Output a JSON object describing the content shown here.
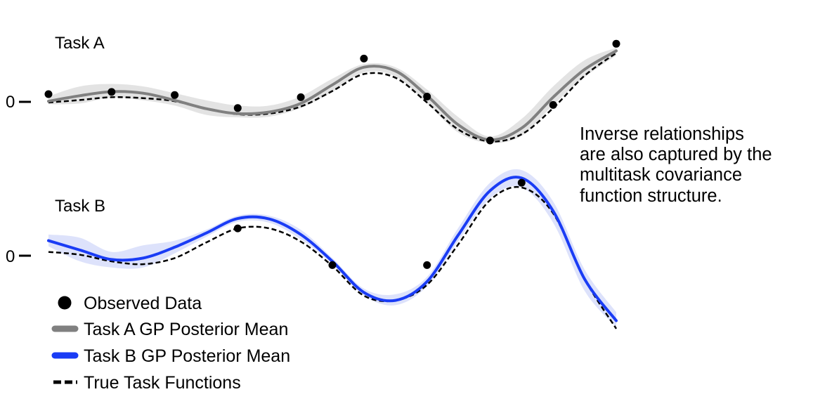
{
  "chart_data": {
    "type": "line",
    "grid": false,
    "legend_placement": "bottom-left",
    "panels": [
      {
        "id": "task-a",
        "title": "Task A",
        "ytick_label": "0",
        "xlim": [
          0,
          9
        ],
        "ylim": [
          -1.6,
          1.6
        ],
        "observed": {
          "x": [
            0,
            1,
            2,
            3,
            4,
            5,
            6,
            7,
            8,
            9
          ],
          "y": [
            0.25,
            0.32,
            0.22,
            -0.2,
            0.15,
            1.4,
            0.17,
            -1.25,
            -0.1,
            1.88
          ]
        },
        "posterior_mean": {
          "x": [
            0,
            0.5,
            1,
            1.5,
            2,
            2.5,
            3,
            3.5,
            4,
            4.5,
            5,
            5.5,
            6,
            6.5,
            7,
            7.5,
            8,
            8.5,
            9
          ],
          "y": [
            0.02,
            0.2,
            0.33,
            0.28,
            0.05,
            -0.22,
            -0.38,
            -0.33,
            -0.05,
            0.55,
            1.12,
            1.0,
            0.2,
            -0.75,
            -1.23,
            -0.85,
            0.15,
            1.05,
            1.65
          ]
        },
        "confidence_band": {
          "x": [
            0,
            0.5,
            1,
            1.5,
            2,
            2.5,
            3,
            3.5,
            4,
            4.5,
            5,
            5.5,
            6,
            6.5,
            7,
            7.5,
            8,
            8.5,
            9
          ],
          "upper": [
            0.18,
            0.5,
            0.58,
            0.5,
            0.28,
            0.05,
            -0.12,
            -0.12,
            0.18,
            0.75,
            1.22,
            1.12,
            0.4,
            -0.5,
            -1.12,
            -0.55,
            0.5,
            1.35,
            1.75
          ],
          "lower": [
            -0.08,
            -0.05,
            0.14,
            0.05,
            -0.12,
            -0.42,
            -0.5,
            -0.48,
            -0.2,
            0.32,
            0.95,
            0.82,
            -0.05,
            -1.0,
            -1.33,
            -1.1,
            -0.1,
            0.8,
            1.5
          ]
        },
        "true_function": {
          "x": [
            0,
            0.5,
            1,
            1.5,
            2,
            2.5,
            3,
            3.5,
            4,
            4.5,
            5,
            5.5,
            6,
            6.5,
            7,
            7.5,
            8,
            8.5,
            9
          ],
          "y": [
            -0.02,
            0.06,
            0.15,
            0.12,
            0.02,
            -0.22,
            -0.4,
            -0.38,
            -0.15,
            0.35,
            0.9,
            0.78,
            -0.02,
            -0.9,
            -1.28,
            -1.05,
            -0.2,
            0.85,
            1.58
          ]
        }
      },
      {
        "id": "task-b",
        "title": "Task B",
        "ytick_label": "0",
        "xlim": [
          0,
          9
        ],
        "ylim": [
          -1.6,
          1.6
        ],
        "observed": {
          "x": [
            3,
            4.5,
            6,
            7.5
          ],
          "y": [
            0.58,
            -0.2,
            -0.2,
            1.55
          ]
        },
        "posterior_mean": {
          "x": [
            0,
            0.5,
            1,
            1.5,
            2,
            2.5,
            3,
            3.5,
            4,
            4.5,
            5,
            5.5,
            6,
            6.5,
            7,
            7.5,
            8,
            8.5,
            9
          ],
          "y": [
            0.32,
            0.12,
            -0.08,
            -0.05,
            0.18,
            0.48,
            0.79,
            0.78,
            0.45,
            -0.12,
            -0.78,
            -0.95,
            -0.55,
            0.45,
            1.38,
            1.65,
            0.95,
            -0.5,
            -1.38
          ]
        },
        "confidence_band": {
          "x": [
            0,
            0.5,
            1,
            1.5,
            2,
            2.5,
            3,
            3.5,
            4,
            4.5,
            5,
            5.5,
            6,
            6.5,
            7,
            7.5,
            8,
            8.5,
            9
          ],
          "upper": [
            0.45,
            0.38,
            0.08,
            0.22,
            0.32,
            0.55,
            0.85,
            0.85,
            0.55,
            -0.05,
            -0.7,
            -0.82,
            -0.45,
            0.6,
            1.55,
            1.82,
            1.15,
            -0.3,
            -1.2
          ],
          "lower": [
            0.2,
            -0.12,
            -0.25,
            -0.25,
            0.05,
            0.4,
            0.72,
            0.7,
            0.35,
            -0.18,
            -0.85,
            -1.05,
            -0.65,
            0.32,
            1.22,
            1.45,
            0.7,
            -0.75,
            -1.52
          ]
        },
        "true_function": {
          "x": [
            0,
            0.5,
            1,
            1.5,
            2,
            2.5,
            3,
            3.5,
            4,
            4.5,
            5,
            5.5,
            6,
            6.5,
            7,
            7.5,
            8,
            8.5,
            9
          ],
          "y": [
            0.08,
            0.02,
            -0.12,
            -0.18,
            -0.05,
            0.28,
            0.58,
            0.58,
            0.3,
            -0.22,
            -0.85,
            -0.95,
            -0.62,
            0.25,
            1.18,
            1.45,
            0.9,
            -0.5,
            -1.55
          ]
        }
      }
    ],
    "legend": [
      {
        "key": "observed",
        "label": "Observed Data"
      },
      {
        "key": "task_a_mean",
        "label": "Task A GP Posterior Mean"
      },
      {
        "key": "task_b_mean",
        "label": "Task B GP Posterior Mean"
      },
      {
        "key": "true_function",
        "label": "True Task Functions"
      }
    ],
    "annotation_lines": [
      "Inverse relationships",
      "are also captured by the",
      "multitask covariance",
      "function structure."
    ],
    "colors": {
      "task_a_mean": "#808080",
      "task_a_band": "#e0e0e0",
      "task_b_mean": "#1a3cf5",
      "task_b_band": "#d9dffb",
      "true_function": "#000000",
      "observed": "#000000"
    }
  }
}
